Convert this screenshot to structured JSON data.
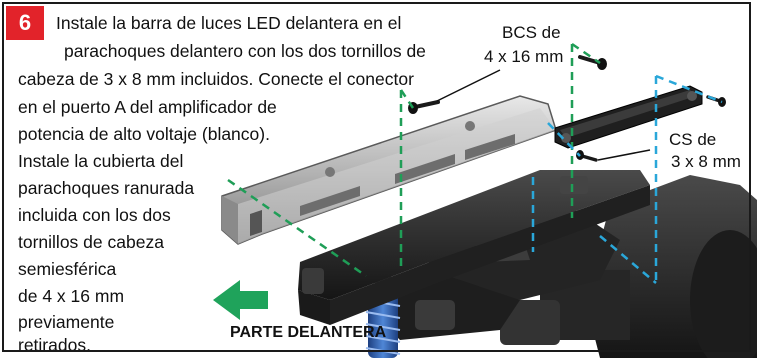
{
  "step": {
    "number": "6"
  },
  "instructions": {
    "lines": [
      "Instale la barra de luces LED delantera en el",
      "parachoques delantero con los dos tornillos de",
      "cabeza de 3 x 8 mm incluidos. Conecte el conector",
      "en el puerto A del amplificador de",
      "potencia de alto voltaje (blanco).",
      "Instale la cubierta del",
      "parachoques ranurada",
      "incluida con los dos",
      "tornillos de cabeza",
      "semiesférica",
      "de 4 x 16 mm",
      "previamente",
      "retirados."
    ]
  },
  "callouts": {
    "bcs": [
      "BCS de",
      "4 x 16 mm"
    ],
    "cs": [
      "CS de",
      "3 x 8 mm"
    ]
  },
  "front_label": "PARTE DELANTERA",
  "colors": {
    "badge": "#e2232a",
    "arrow": "#1fa35b",
    "green_guide": "#1f9e57",
    "blue_guide": "#2aa7d9",
    "part_dark": "#2b2b2b",
    "part_silver": "#b9b9b9",
    "shock_blue": "#2d5fb0"
  }
}
